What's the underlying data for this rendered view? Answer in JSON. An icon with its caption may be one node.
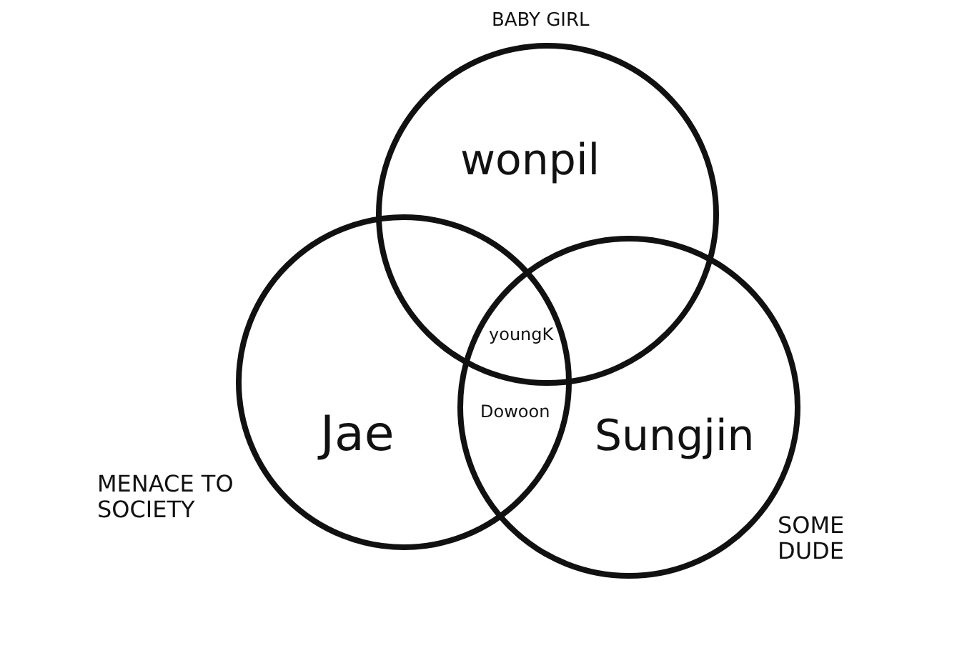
{
  "diagram": {
    "nodes": [
      {
        "text": [
          "BABY GIRL",
          "wonpil"
        ]
      },
      {
        "text": [
          "Jae",
          "MENACE TO SOCIETY"
        ]
      },
      {
        "text": [
          "Sungjin",
          "SOME DUDE"
        ]
      }
    ],
    "labels": [
      "youngK",
      "Dowoon"
    ]
  }
}
